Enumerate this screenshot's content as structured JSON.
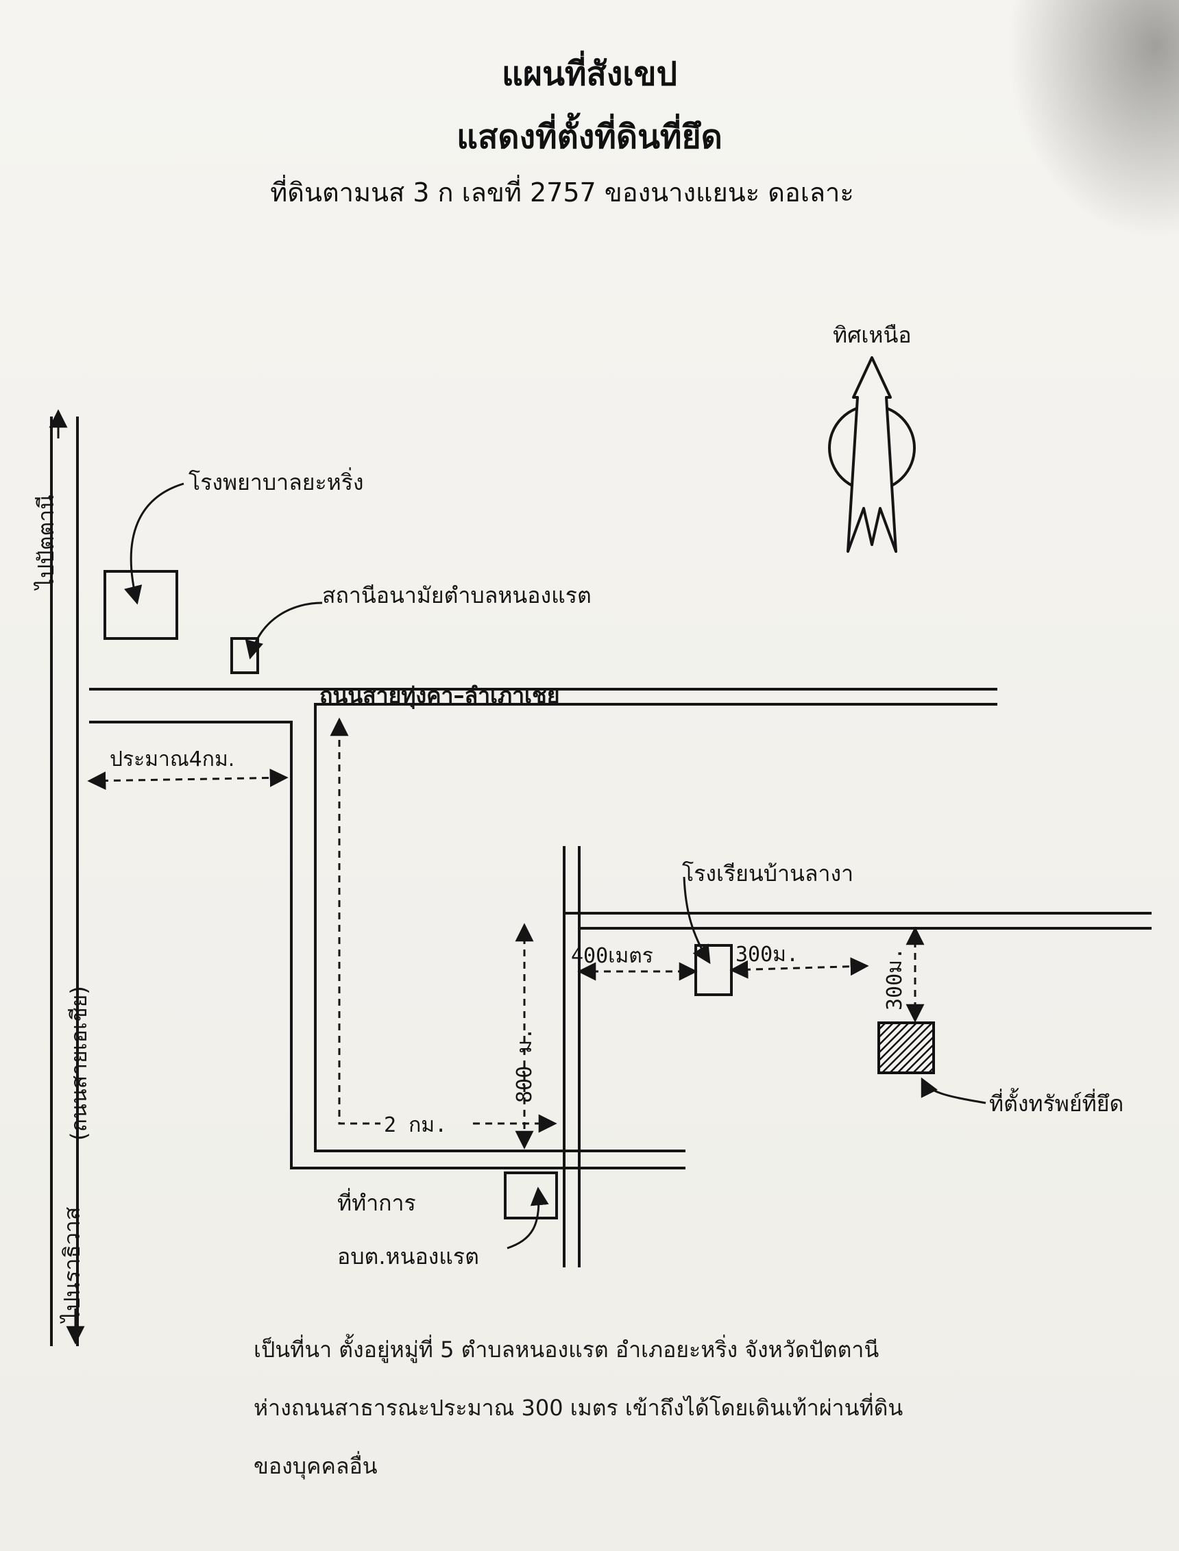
{
  "title": "แผนที่สังเขป",
  "subtitle": "แสดงที่ตั้งที่ดินที่ยึด",
  "land_title": "ที่ดินตามนส 3 ก เลขที่ 2757  ของนางแยนะ ดอเลาะ",
  "north_label": "ทิศเหนือ",
  "labels": {
    "to_pattani": "ไปปัตตานี",
    "to_narathiwat": "ไปนราธิวาส",
    "asia_road": "(ถนนสายเอเชีย)",
    "hospital": "โรงพยาบาลยะหริ่ง",
    "health_station": "สถานีอนามัยตำบลหนองแรต",
    "main_road": "ถนนสายทุ่งคา–ลำเภาเชย",
    "dist_4km": "ประมาณ4กม.",
    "school": "โรงเรียนบ้านลางา",
    "dist_400m": "400เมตร",
    "dist_300m_h": "300ม.",
    "dist_300m_v": "300ม.",
    "dist_800m": "800 ม.",
    "dist_2km": "2 กม.",
    "seized_property": "ที่ตั้งทรัพย์ที่ยึด",
    "office_line1": "ที่ทำการ",
    "office_line2": "อบต.หนองแรต"
  },
  "description": [
    "เป็นที่นา  ตั้งอยู่หมู่ที่  5  ตำบลหนองแรต  อำเภอยะหริ่ง   จังหวัดปัตตานี",
    "ห่างถนนสาธารณะประมาณ  300  เมตร  เข้าถึงได้โดยเดินเท้าผ่านที่ดิน",
    "ของบุคคลอื่น"
  ]
}
